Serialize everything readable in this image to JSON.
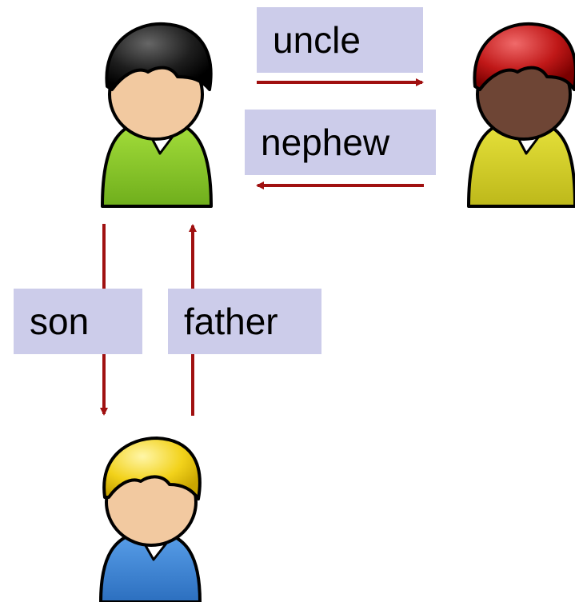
{
  "relations": {
    "uncle": "uncle",
    "nephew": "nephew",
    "son": "son",
    "father": "father"
  },
  "people": [
    {
      "role": "person-green",
      "hair_color": "#1a1a1a",
      "shirt_color": "#8ccc2a"
    },
    {
      "role": "person-red",
      "hair_color": "#c01818",
      "shirt_color": "#d4cf25",
      "skin_color": "#6e4535"
    },
    {
      "role": "person-blue",
      "hair_color": "#f2d21b",
      "shirt_color": "#3d86d6"
    }
  ],
  "colors": {
    "arrow": "#a01010",
    "label_bg": "#ccccea",
    "skin": "#f2c9a0"
  }
}
